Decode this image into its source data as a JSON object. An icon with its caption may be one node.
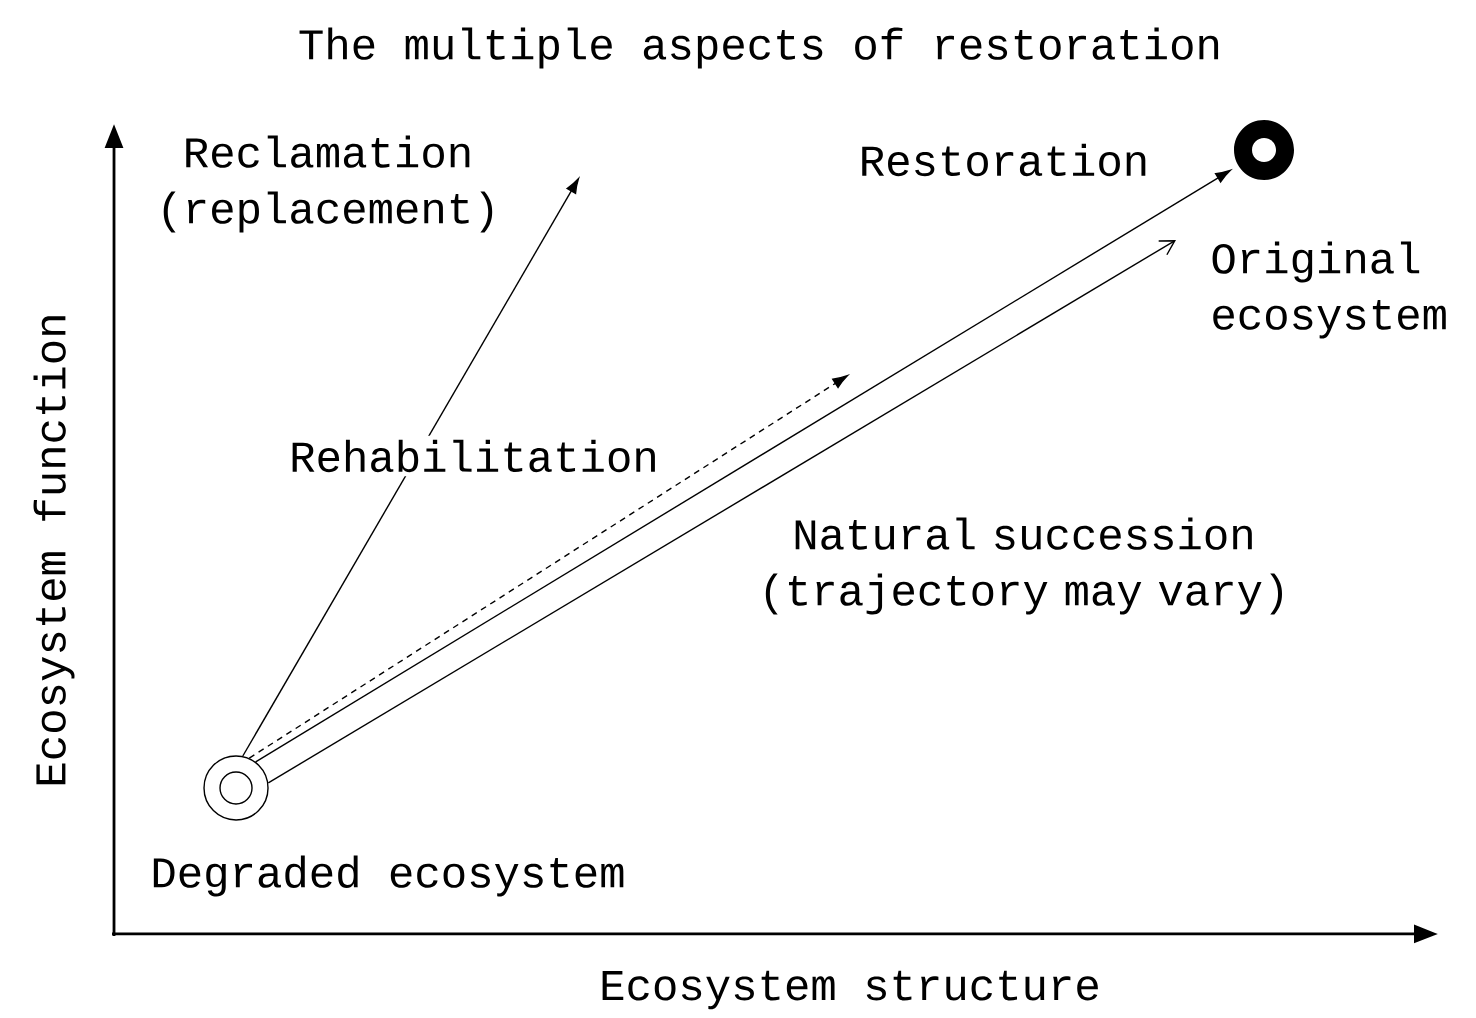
{
  "diagram": {
    "title": "The multiple aspects of restoration",
    "nodes": [
      {
        "text": [],
        "shape": "circle",
        "beside": [
          "Degraded ecosystem"
        ]
      },
      {
        "text": [],
        "shape": "circle",
        "beside": [
          "Original ecosystem"
        ]
      }
    ],
    "edges": [
      {
        "from": 0,
        "to": null,
        "arrow": "to",
        "label": "Reclamation (replacement)"
      },
      {
        "from": 0,
        "to": null,
        "arrow": "to",
        "style": "dashed",
        "label": "Rehabilitation"
      },
      {
        "from": 0,
        "to": 1,
        "arrow": "to",
        "label": "Restoration"
      },
      {
        "from": 0,
        "to": null,
        "arrow": "to",
        "label": "Natural succession (trajectory may vary)"
      }
    ],
    "labels": [
      "Ecosystem function",
      "Ecosystem structure"
    ]
  }
}
